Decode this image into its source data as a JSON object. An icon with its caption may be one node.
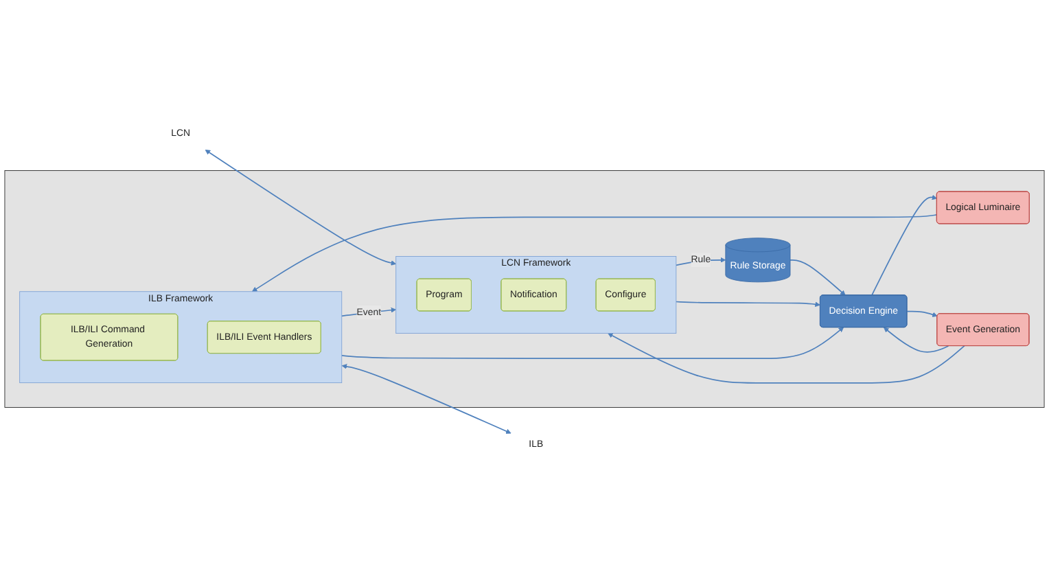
{
  "diagram": {
    "nodes": [
      {
        "text": [],
        "shape": "box"
      },
      {
        "text": [
          "LCN"
        ]
      },
      {
        "text": [
          "LCN Framework"
        ],
        "in": 0
      },
      {
        "text": [
          "Program"
        ],
        "in": 2
      },
      {
        "text": [
          "Notification"
        ],
        "in": 2
      },
      {
        "text": [
          "Configure"
        ],
        "in": 2
      },
      {
        "text": [
          "Rule Storage"
        ],
        "in": 0
      },
      {
        "text": [
          "Decision Engine"
        ],
        "in": 0
      },
      {
        "text": [
          "Logical Luminaire"
        ],
        "in": 0
      },
      {
        "text": [
          "Event Generation"
        ],
        "in": 0
      },
      {
        "text": [
          "ILB Framework"
        ],
        "in": 0
      },
      {
        "text": [
          "ILB/ILI Command Generation"
        ],
        "in": 10
      },
      {
        "text": [
          "ILB/ILI Event Handlers"
        ],
        "in": 10
      },
      {
        "text": [
          "ILB"
        ]
      }
    ],
    "edges": [
      {
        "from": 1,
        "to": 2,
        "arrow": "both"
      },
      {
        "from": 2,
        "to": 6,
        "arrow": "to",
        "label": "Rule"
      },
      {
        "from": 6,
        "to": 7,
        "arrow": "to"
      },
      {
        "from": 2,
        "to": 7,
        "arrow": "to"
      },
      {
        "from": 7,
        "to": 8,
        "arrow": "to"
      },
      {
        "from": 7,
        "to": 9,
        "arrow": "to"
      },
      {
        "from": 8,
        "to": 10,
        "arrow": "to"
      },
      {
        "from": 10,
        "to": 13,
        "arrow": "both"
      },
      {
        "from": 10,
        "to": 2,
        "arrow": "to",
        "label": "Event"
      },
      {
        "from": 9,
        "to": 2,
        "arrow": "to"
      },
      {
        "from": 10,
        "to": 7,
        "arrow": "to"
      },
      {
        "from": 9,
        "to": 7,
        "arrow": "to"
      }
    ]
  }
}
